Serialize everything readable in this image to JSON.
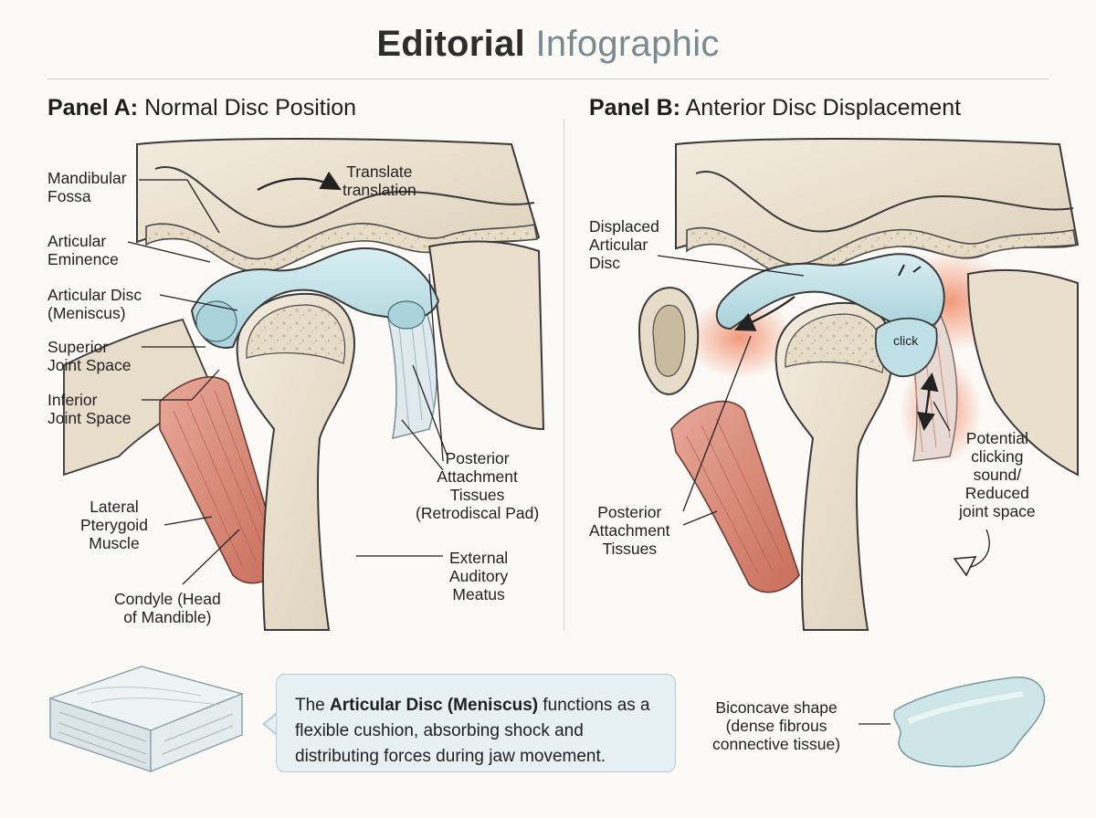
{
  "header": {
    "title_bold": "Editorial",
    "title_light": "Infographic"
  },
  "panel_a": {
    "title_bold": "Panel A:",
    "title_rest": "Normal Disc Position",
    "labels": {
      "mandibular_fossa": "Mandibular\nFossa",
      "translate": "Translate\ntranslation",
      "articular_eminence": "Articular\nEminence",
      "articular_disc": "Articular Disc\n(Meniscus)",
      "superior_joint_space": "Superior\nJoint Space",
      "inferior_joint_space": "Inferior\nJoint Space",
      "posterior_attachment": "Posterior\nAttachment\nTissues\n(Retrodiscal Pad)",
      "lateral_pterygoid": "Lateral\nPterygoid\nMuscle",
      "external_auditory_meatus": "External\nAuditory\nMeatus",
      "condyle": "Condyle (Head\nof Mandible)"
    }
  },
  "panel_b": {
    "title_bold": "Panel B:",
    "title_rest": "Anterior Disc Displacement",
    "labels": {
      "displaced_disc": "Displaced\nArticular\nDisc",
      "click": "click",
      "potential_clicking": "Potential\nclicking\nsound/\nReduced\njoint space",
      "posterior_attachment": "Posterior\nAttachment\nTissues"
    }
  },
  "footer": {
    "note_bold": "Articular Disc (Meniscus)",
    "note_pre": "The ",
    "note_post": " functions as a flexible cushion, absorbing shock and distributing forces during jaw movement.",
    "biconcave": "Biconcave shape\n(dense fibrous\nconnective tissue)"
  },
  "colors": {
    "bone": "#ece3d2",
    "bone_shadow": "#d8ccb4",
    "disc": "#bfe0e6",
    "muscle": "#d98a78",
    "inflammation": "#f0a07e",
    "note_bg": "#e7f1f3"
  }
}
